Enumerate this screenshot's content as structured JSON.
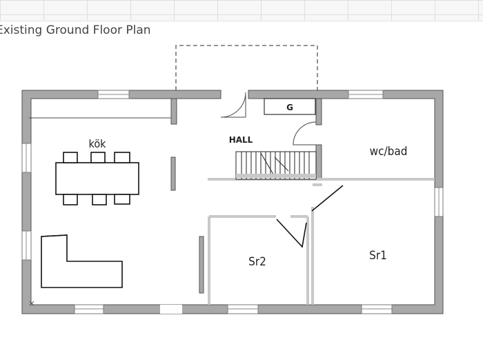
{
  "title": "Existing Ground Floor Plan",
  "rooms": {
    "kitchen": "kök",
    "hall": "HALL",
    "bathroom": "wc/bad",
    "bedroom1": "Sr1",
    "bedroom2": "Sr2",
    "storage": "G"
  },
  "colors": {
    "wall": "#a8a8a8",
    "wall_outline": "#505050",
    "partition": "#c8c8c8",
    "sketch": "#111111",
    "background": "#ffffff"
  }
}
